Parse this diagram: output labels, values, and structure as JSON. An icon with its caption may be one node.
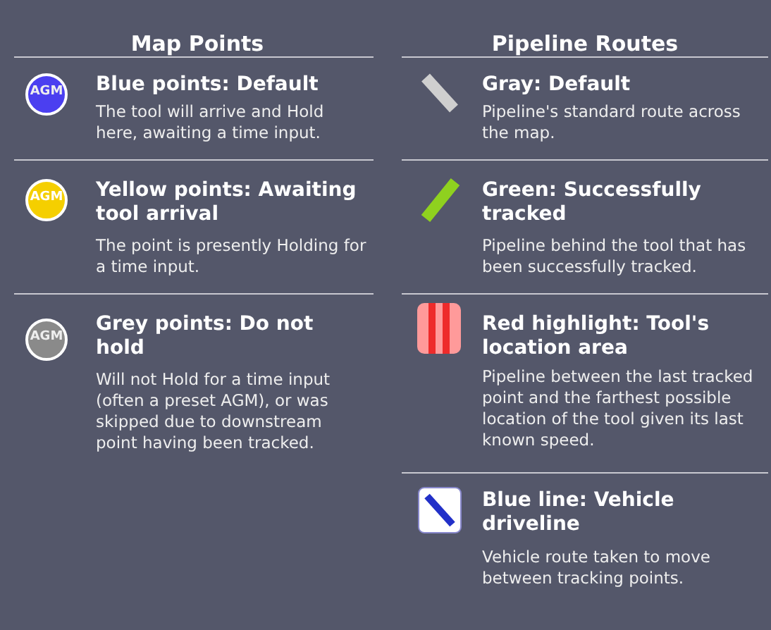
{
  "diagram": {
    "labels": [
      "Map Points",
      "Pipeline Routes",
      "AGM",
      "The tool will arrive and Hold here, awaiting a time input.",
      "AGM",
      "The point is presently Holding for a time input.",
      "AGM",
      "Will not Hold for a time input (often a preset AGM), or was skipped due to downstream point having been tracked.",
      "Pipeline's standard route across the map.",
      "Pipeline behind the tool that has been successfully tracked.",
      "Pipeline between the last tracked point and the farthest possible location of the tool given its last known speed.",
      "Vehicle route taken to move between tracking points."
    ],
    "legend": [
      {
        "text": "Blue points: Default",
        "color": "#4b3ff0"
      },
      {
        "text": "Yellow points: Awaiting tool arrival",
        "color": "#f5cf00"
      },
      {
        "text": "Grey points: Do not hold",
        "color": "#8a8a8a"
      },
      {
        "text": "Gray: Default"
      },
      {
        "text": "Green: Successfully tracked"
      },
      {
        "text": "Red highlight: Tool's location area"
      },
      {
        "text": "Blue line: Vehicle driveline"
      }
    ]
  }
}
